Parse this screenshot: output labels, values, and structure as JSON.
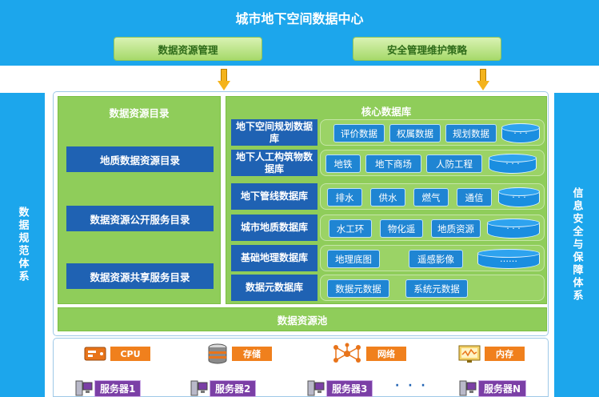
{
  "header": {
    "title": "城市地下空间数据中心",
    "left_button": "数据资源管理",
    "right_button": "安全管理维护策略"
  },
  "side": {
    "left": "数据规范体系",
    "right": "信息安全与保障体系"
  },
  "catalog": {
    "title": "数据资源目录",
    "items": [
      "地质数据资源目录",
      "数据资源公开服务目录",
      "数据资源共享服务目录"
    ]
  },
  "core": {
    "title": "核心数据库",
    "rows": [
      {
        "label": "地下空间规划数据库",
        "chips": [
          "评价数据",
          "权属数据",
          "规划数据"
        ],
        "more": "· · ·"
      },
      {
        "label": "地下人工构筑物数据库",
        "chips": [
          "地铁",
          "地下商场",
          "人防工程"
        ],
        "more": "· · ·"
      },
      {
        "label": "地下管线数据库",
        "chips": [
          "排水",
          "供水",
          "燃气",
          "通信"
        ],
        "more": "· · ·"
      },
      {
        "label": "城市地质数据库",
        "chips": [
          "水工环",
          "物化遥",
          "地质资源"
        ],
        "more": "· · ·"
      },
      {
        "label": "基础地理数据库",
        "chips": [
          "地理底图",
          "遥感影像"
        ],
        "more": "……"
      },
      {
        "label": "数据元数据库",
        "chips": [
          "数据元数据",
          "系统元数据"
        ],
        "more": ""
      }
    ]
  },
  "pool": {
    "label": "数据资源池"
  },
  "resources": {
    "cpu": "CPU",
    "storage": "存储",
    "network": "网络",
    "memory": "内存"
  },
  "servers": {
    "s1": "服务器1",
    "s2": "服务器2",
    "s3": "服务器3",
    "ellipsis": "· · ·",
    "sn": "服务器N"
  },
  "colors": {
    "header_blue": "#1ca6ec",
    "panel_green": "#8fcd5a",
    "label_blue": "#1f62b3",
    "resource_orange": "#f0801d",
    "server_purple": "#7b3fa6"
  }
}
